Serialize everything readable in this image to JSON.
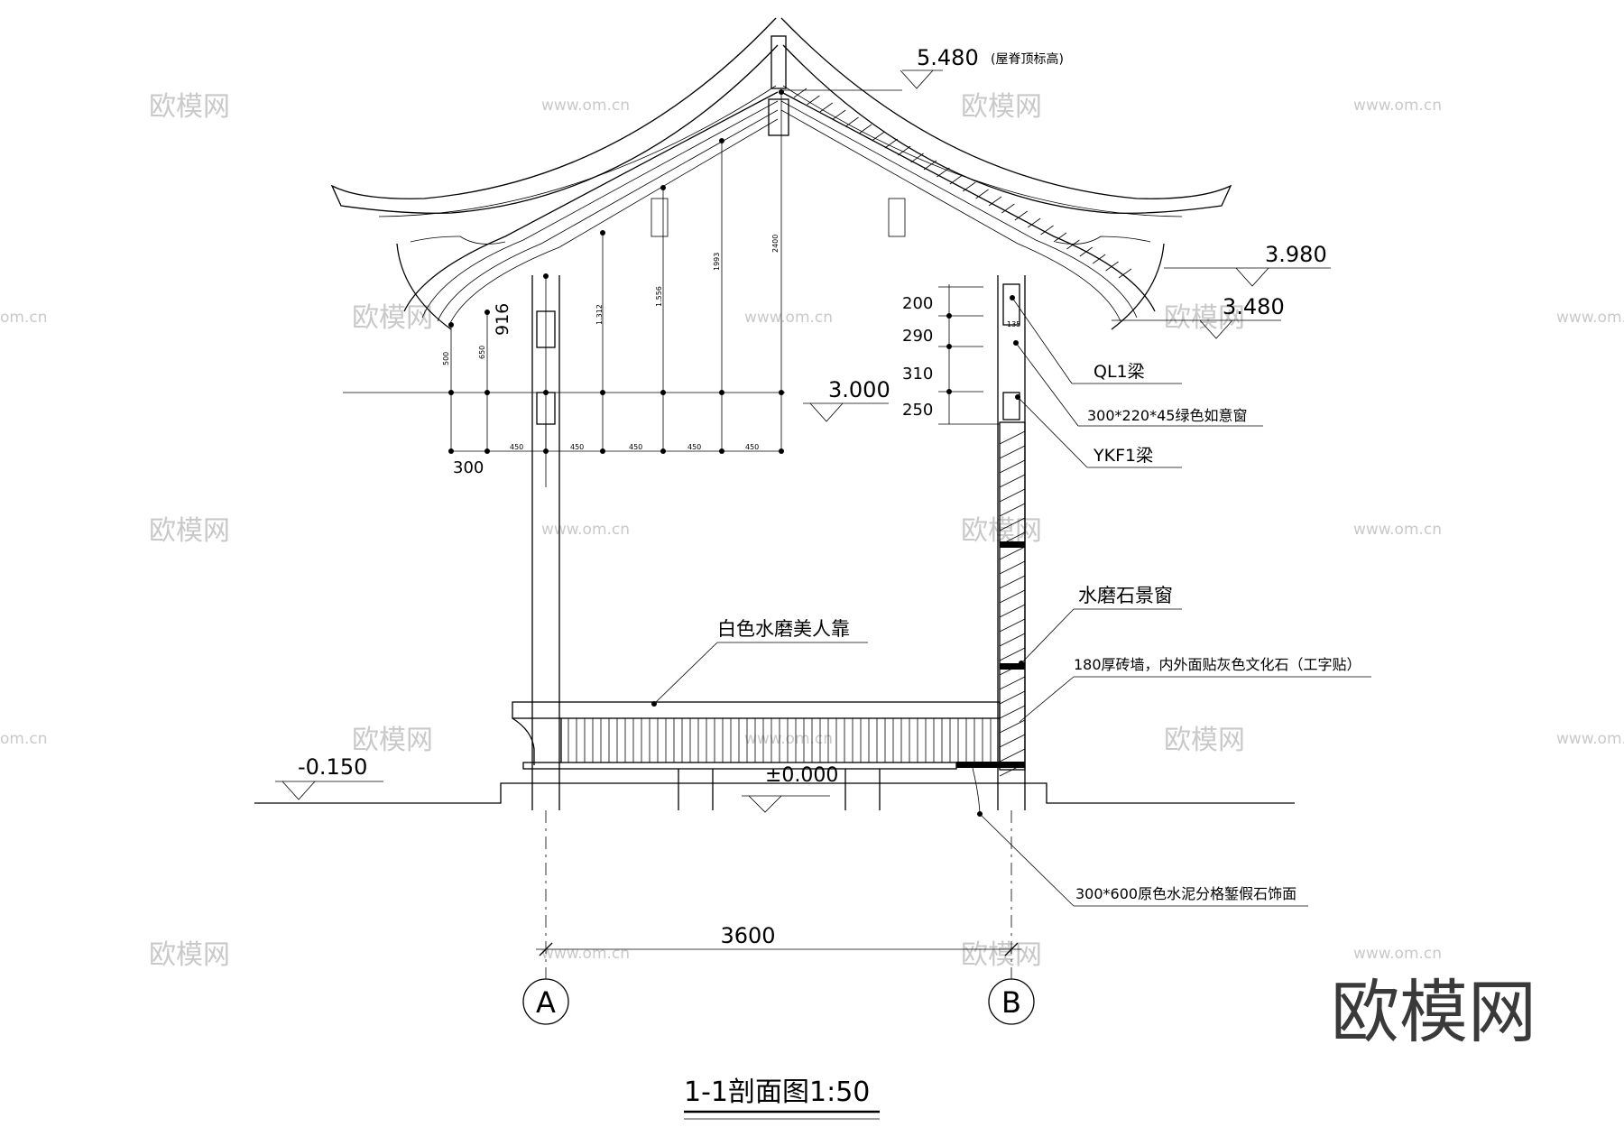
{
  "drawing": {
    "title": "1-1剖面图1:50",
    "elevations": {
      "ridge_value": "5.480",
      "ridge_note": "(屋脊顶标高)",
      "eave_top": "3.980",
      "eave_bottom": "3.480",
      "beam_level": "3.000",
      "floor": "±0.000",
      "ground": "-0.150"
    },
    "dims_right": [
      "200",
      "290",
      "310",
      "250"
    ],
    "dims_left_vertical": [
      "500",
      "650",
      "916",
      "1.312",
      "1.556",
      "1993",
      "2400"
    ],
    "dims_small_right": "135",
    "dims_bottom_row": [
      "300",
      "450",
      "450",
      "450",
      "450",
      "450"
    ],
    "span": "3600",
    "axes": [
      "A",
      "B"
    ],
    "callouts": {
      "ql1": "QL1梁",
      "window": "300*220*45绿色如意窗",
      "ykf1": "YKF1梁",
      "terrazzo_window": "水磨石景窗",
      "brick_wall": "180厚砖墙，内外面贴灰色文化石（工字贴）",
      "seat": "白色水磨美人靠",
      "paving": "300*600原色水泥分格錾假石饰面"
    },
    "watermarks": {
      "brand": "欧模网",
      "url": "www.om.cn",
      "url_partial": "om.cn"
    }
  }
}
